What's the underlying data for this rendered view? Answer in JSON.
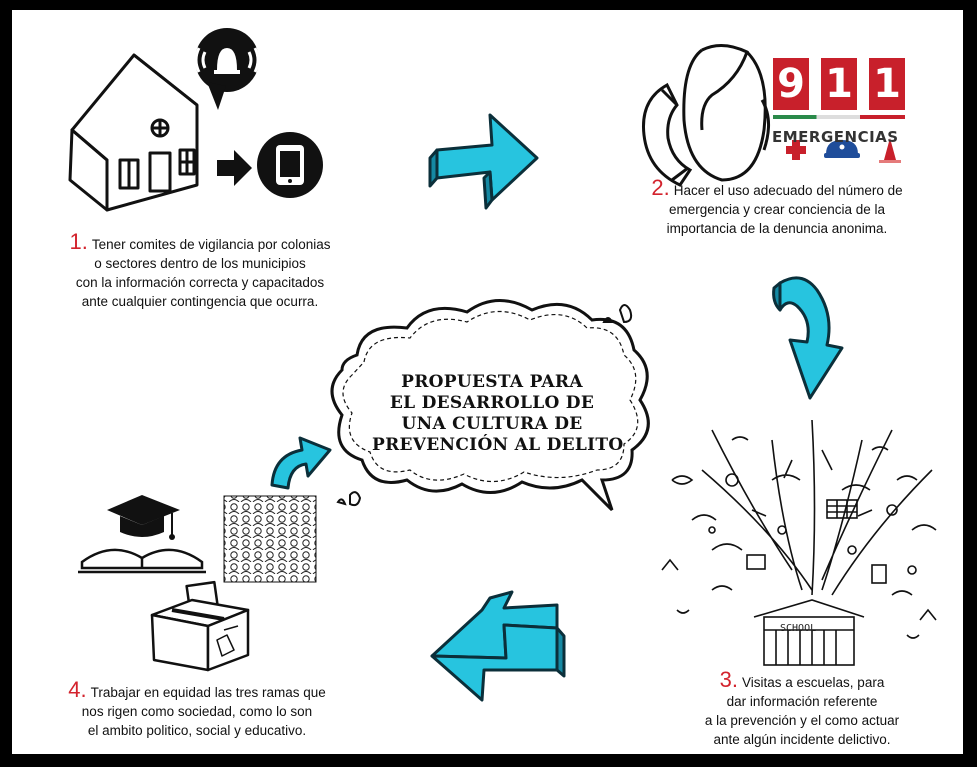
{
  "center": {
    "lines": [
      "PROPUESTA PARA",
      "EL DESARROLLO DE",
      "UNA CULTURA DE",
      "PREVENCIÓN AL DELITO"
    ]
  },
  "steps": [
    {
      "number": "1.",
      "lines": [
        "Tener comites de vigilancia por colonias",
        "o sectores dentro de los municipios",
        "con la información correcta y capacitados",
        "ante cualquier contingencia que ocurra."
      ]
    },
    {
      "number": "2.",
      "lines": [
        "Hacer el uso adecuado del número de",
        "emergencia y crear conciencia de la",
        "importancia de la denuncia anonima."
      ]
    },
    {
      "number": "3.",
      "lines": [
        "Visitas a escuelas, para",
        "dar información referente",
        "a la prevención y el como actuar",
        "ante algún incidente delictivo."
      ]
    },
    {
      "number": "4.",
      "lines": [
        "Trabajar en equidad las tres ramas que",
        "nos rigen como sociedad, como lo son",
        "el ambito politico, social y educativo."
      ]
    }
  ],
  "logo": {
    "digits": [
      "9",
      "1",
      "1"
    ],
    "label": "EMERGENCIAS"
  },
  "school_label": "SCHOOL",
  "colors": {
    "accent_arrow": "#27c4df",
    "number_red": "#d3232d",
    "logo_red": "#c8202b",
    "background": "#ffffff",
    "border": "#000000"
  },
  "icons": [
    "house-icon",
    "alarm-bell-icon",
    "tablet-icon",
    "phone-handset-icon",
    "woman-face-icon",
    "red-cross-icon",
    "police-cap-icon",
    "fire-icon",
    "graduation-cap-icon",
    "open-book-icon",
    "ballot-box-icon",
    "crowd-icon",
    "school-icon",
    "thought-cloud-icon"
  ]
}
